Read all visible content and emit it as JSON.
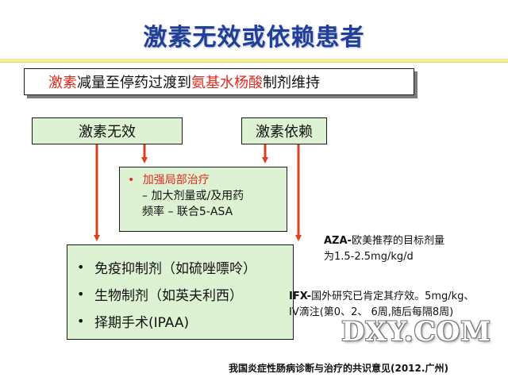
{
  "title": "激素无效或依赖患者",
  "top_box": {
    "part1": "激素",
    "part2": "减量至停药过渡到",
    "part3": "氨基水杨酸",
    "part4": "制剂维持"
  },
  "left_head": "激素无效",
  "right_head": "激素依赖",
  "mid_box": {
    "bullet": "•",
    "heading": "加强局部治疗",
    "line1": "– 加大剂量或/及用药",
    "line2": "频率      – 联合5-ASA"
  },
  "bottom_box": {
    "bullet": "•",
    "items": [
      "免疫抑制剂（如硫唑嘌呤）",
      "生物制剂（如英夫利西）",
      "择期手术(IPAA)"
    ]
  },
  "aza_note": {
    "label": "AZA-",
    "line1": "欧美推荐的目标剂量",
    "line2": "为1.5-2.5mg/kg/d"
  },
  "ifx_note": {
    "label": "IFX-",
    "line1": "国外研究已肯定其疗效。5mg/kg、",
    "line2": "IV滴注(第0、2、 6周,随后每隔8周)"
  },
  "source": "我国炎症性肠病诊断与治疗的共识意见(2012.广州)",
  "watermark": "DXY.COM",
  "colors": {
    "title": "#1f3f98",
    "accent_red": "#e02a1e",
    "box_fill": "#ddf2d2",
    "arrow": "#d9401f"
  }
}
